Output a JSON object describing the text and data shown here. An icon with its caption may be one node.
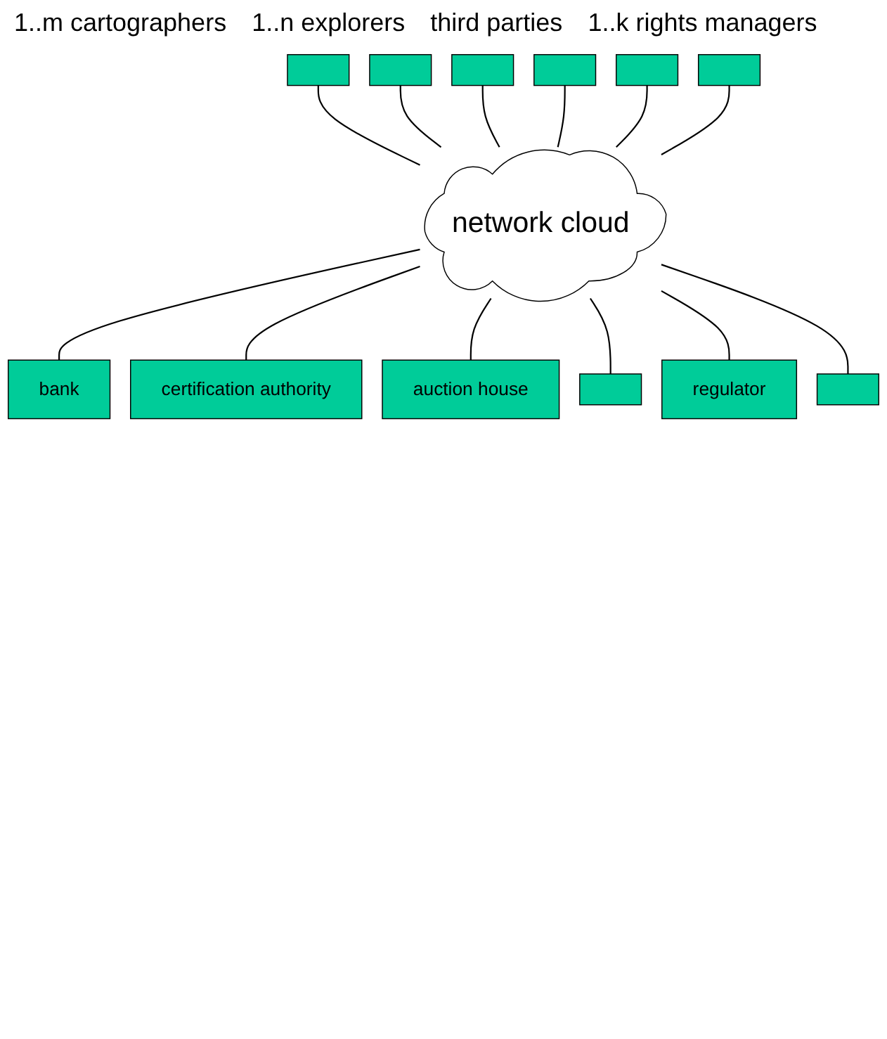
{
  "diagram": {
    "nodes": [
      {
        "text": [
          "network cloud"
        ]
      },
      {
        "text": [],
        "shape": "box"
      },
      {
        "text": [],
        "shape": "box"
      },
      {
        "text": [],
        "shape": "box"
      },
      {
        "text": [],
        "shape": "box"
      },
      {
        "text": [],
        "shape": "box"
      },
      {
        "text": [],
        "shape": "box"
      },
      {
        "text": [
          "bank"
        ]
      },
      {
        "text": [
          "auction house"
        ]
      },
      {
        "text": [
          "regulator"
        ]
      },
      {
        "text": [
          "certification authority"
        ]
      },
      {
        "text": [],
        "shape": "box"
      },
      {
        "text": [],
        "shape": "box"
      }
    ],
    "edges": [
      {
        "from": 1,
        "to": 0,
        "arrow": "none"
      },
      {
        "from": 2,
        "to": 0,
        "arrow": "none"
      },
      {
        "from": 3,
        "to": 0,
        "arrow": "none"
      },
      {
        "from": 4,
        "to": 0,
        "arrow": "none"
      },
      {
        "from": 5,
        "to": 0,
        "arrow": "none"
      },
      {
        "from": 6,
        "to": 0,
        "arrow": "none"
      },
      {
        "from": 0,
        "to": 7,
        "arrow": "none"
      },
      {
        "from": 0,
        "to": 10,
        "arrow": "none"
      },
      {
        "from": 0,
        "to": 8,
        "arrow": "none"
      },
      {
        "from": 0,
        "to": 11,
        "arrow": "none"
      },
      {
        "from": 0,
        "to": 9,
        "arrow": "none"
      },
      {
        "from": 0,
        "to": 12,
        "arrow": "none"
      }
    ],
    "labels": [
      "1..m cartographers",
      "1..n explorers",
      "third parties",
      "1..k rights managers"
    ]
  }
}
